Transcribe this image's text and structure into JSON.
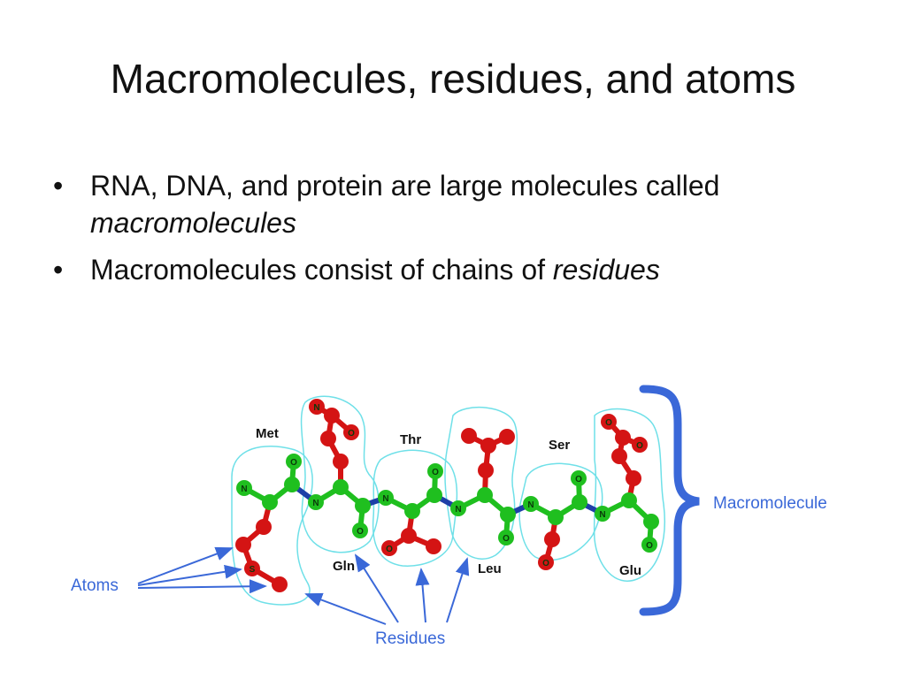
{
  "slide": {
    "title": "Macromolecules, residues, and atoms",
    "bullets": [
      {
        "text": "RNA, DNA, and protein are large molecules called ",
        "emphasis": "macromolecules"
      },
      {
        "text": "Macromolecules consist of chains of ",
        "emphasis": "residues"
      }
    ]
  },
  "diagram": {
    "residue_names": [
      "Met",
      "Gln",
      "Thr",
      "Leu",
      "Ser",
      "Glu"
    ],
    "atom_labels": {
      "nitrogen": "N",
      "oxygen": "O",
      "sulfur": "S"
    },
    "callouts": {
      "macromolecule": "Macromolecule",
      "atoms": "Atoms",
      "residues": "Residues"
    },
    "colors": {
      "carbon": "#1fbf1f",
      "oxygen": "#d41414",
      "nitrogen": "#1e3fa8",
      "outline": "#6fe0e8",
      "callout": "#3a68d8"
    }
  }
}
